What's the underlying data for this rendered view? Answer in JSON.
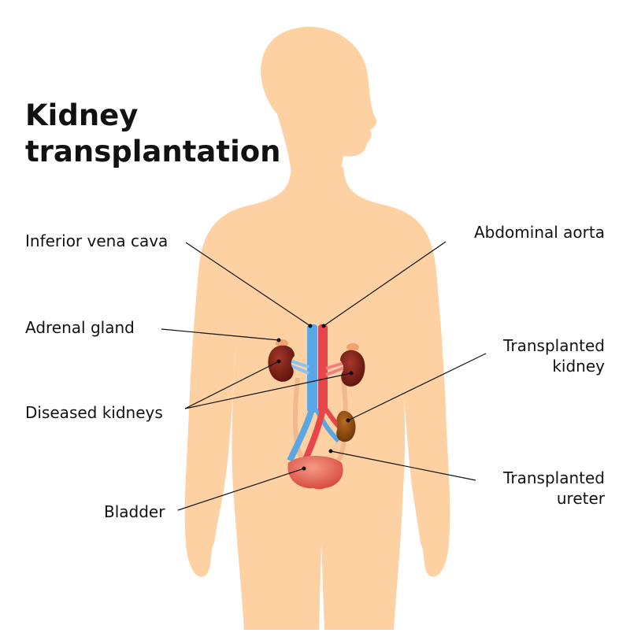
{
  "title": {
    "line1": "Kidney",
    "line2": "transplantation"
  },
  "labels": {
    "inferior_vena_cava": "Inferior vena cava",
    "abdominal_aorta": "Abdominal aorta",
    "adrenal_gland": "Adrenal gland",
    "transplanted_kidney": [
      "Transplanted",
      "kidney"
    ],
    "diseased_kidneys": "Diseased kidneys",
    "transplanted_ureter": [
      "Transplanted",
      "ureter"
    ],
    "bladder": "Bladder"
  },
  "colors": {
    "skin": "#fdd1a1",
    "vena_cava": "#5aa7e6",
    "aorta": "#e8444c",
    "diseased_kidney": "#7a1f14",
    "transplanted_kidney": "#8a4a10",
    "bladder": "#e0584c",
    "ureter": "#f2b98c",
    "leader_line": "#111111"
  }
}
